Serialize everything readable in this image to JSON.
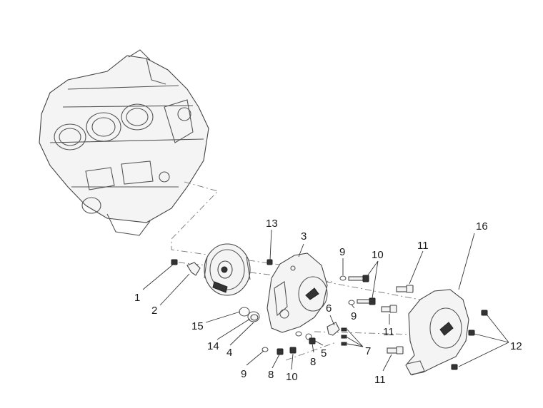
{
  "callouts": [
    "1",
    "2",
    "3",
    "4",
    "5",
    "6",
    "7",
    "8",
    "9",
    "10",
    "11",
    "12",
    "13",
    "14",
    "15",
    "16"
  ],
  "labels": {
    "n1": "1",
    "n2": "2",
    "n3": "3",
    "n4": "4",
    "n5": "5",
    "n6": "6",
    "n7": "7",
    "n8a": "8",
    "n8b": "8",
    "n9a": "9",
    "n9b": "9",
    "n9c": "9",
    "n10a": "10",
    "n10b": "10",
    "n11a": "11",
    "n11b": "11",
    "n11c": "11",
    "n12": "12",
    "n13": "13",
    "n14": "14",
    "n15": "15",
    "n16": "16"
  }
}
